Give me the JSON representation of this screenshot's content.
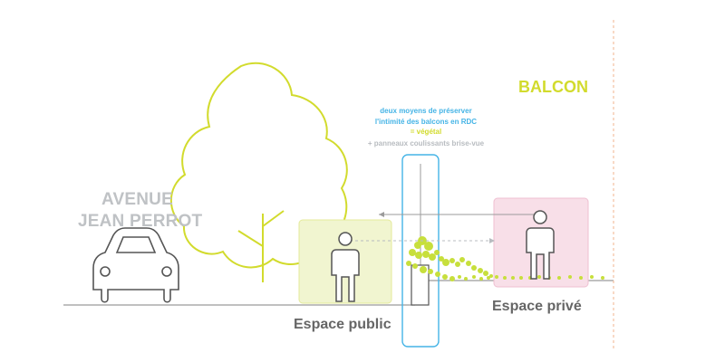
{
  "street": {
    "line1": "AVENUE",
    "line2": "JEAN PERROT"
  },
  "zone": {
    "balcony": "BALCON"
  },
  "note": {
    "line1": "deux moyens de préserver",
    "line2": "l'intimité des balcons en RDC",
    "line3": "= végétal",
    "line4": "+ panneaux coulissants brise-vue"
  },
  "labels": {
    "public": "Espace public",
    "private": "Espace privé"
  },
  "colors": {
    "green": "#d2db2d",
    "blue": "#45b4e6",
    "pink": "#f7dbe5",
    "gray": "#666666",
    "light_gray": "#b8bcc0",
    "dashed_orange": "#f2b38d"
  },
  "icons": {
    "tree": "tree-icon",
    "car": "car-icon",
    "person": "person-icon",
    "shrub": "shrub-icon",
    "panel": "panel-icon"
  }
}
